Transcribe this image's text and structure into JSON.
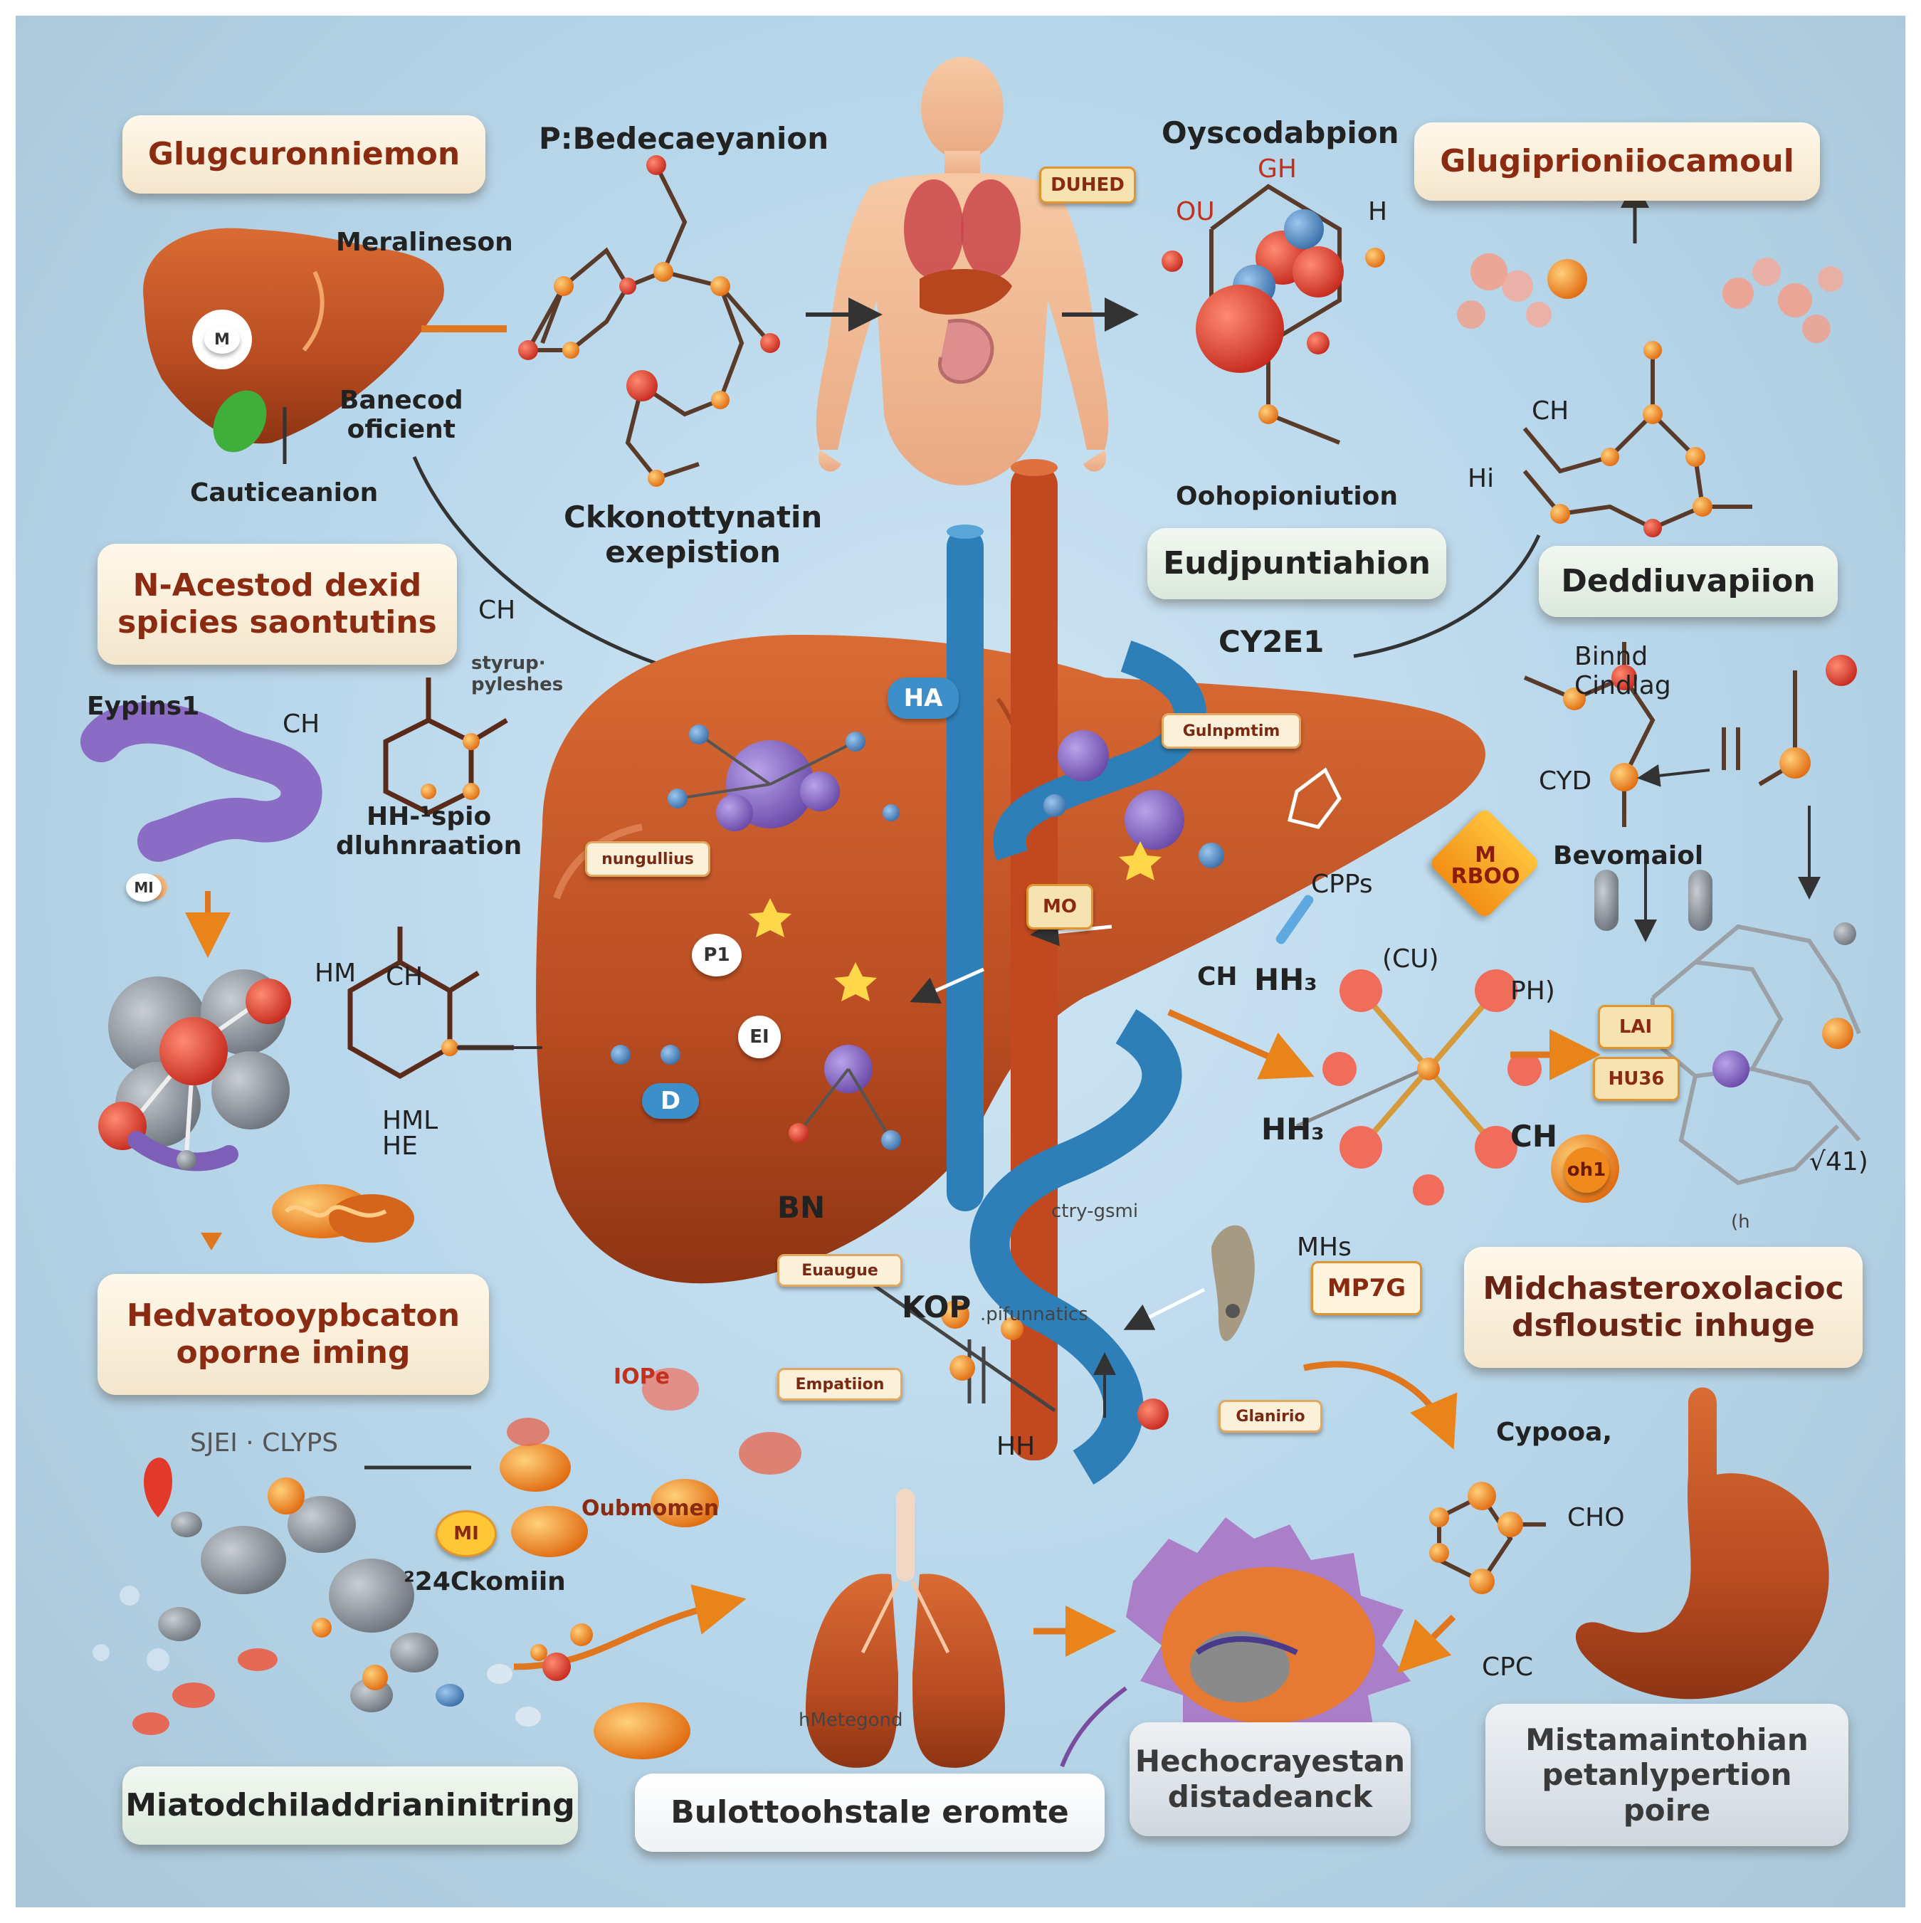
{
  "panels": {
    "glucuronidation": "Glugcuronniemon",
    "top_right": "Glugiprioniiocamoul",
    "n_acetyl": "N-Acestod dexid\nspicies saontutins",
    "hepatocyte_injury": "Hedvatooypbcaton\noporne iming",
    "euglutathione": "Eudjpuntiahion",
    "dedrivation": "Deddiuvapiion",
    "mitochondrial_injury": "Midchasteroxolacioc\ndsfloustic inhuge",
    "mitochondria_bottom": "Miatodchiladdrianinitring",
    "bloodstream": "Bulottoohstalɐ eromte",
    "hepatocyte_damage": "Hechocrayestan\ndistadeanck",
    "mpt_pore": "Mistamaintohian\npetanlypertion\npoire"
  },
  "labels": {
    "p_bedecaeyanion": "P:Bedecaeyanion",
    "meralineson": "Meralineson",
    "banecod": "Banecod\noficient",
    "carticeanion": "Cauticeanion",
    "ckonottynatin": "Ckkonottynatin\nexepistion",
    "oyscodabpion": "Oyscodabpion",
    "oohopiontiution": "Oohopioniution",
    "eypins1": "Eypins1",
    "ch": "CH",
    "ch_right": "CH",
    "styrup": "styrup·\npyleshes",
    "hh_spb": "HH-¹spio\ndluhnraation",
    "cy2e1": "CY2E1",
    "cyd": "CYD",
    "binnd": "Binnd\nCindlag",
    "bevomaiol": "Bevomaiol",
    "cpps": "CPPs",
    "ch_cu": "(CU)",
    "ph": "PH)",
    "hh3": "HH₃",
    "hh3_b": "HH₃",
    "ch_mid": "CH",
    "ch_mid2": "CH",
    "bn": "BN",
    "ctyp": "ctry-gsmi",
    "mhs": "MHs",
    "mp7g": "MP7G",
    "kop": "KOP",
    "kop_sub": ".pifunnatics",
    "hh_bottom": "HH",
    "cypoci": "Cypooa,",
    "cho": "CHO",
    "cpc": "CPC",
    "sjei_cyps": "SJEI · CLYPS",
    "ohmomen": "Oubmomen",
    "c24": "²24Ckomiin",
    "iope": "IOPe",
    "hletegond": "hMetegond",
    "hm": "HM",
    "hml": "HML\nHE",
    "gh": "GH",
    "ou": "OU",
    "h": "H",
    "ch_top_right": "CH",
    "hi": "Hi",
    "duhed": "DUHED",
    "h1": "(h",
    "v41": "√41)"
  },
  "tags": {
    "ha": "HA",
    "gutrr": "Gulnpmtim",
    "nungullius": "nungullius",
    "mo": "MO",
    "mi_badge": "MI",
    "lai": "LAI",
    "hu36": "HU36",
    "eualugae": "Euaugue",
    "emparion": "Empatiion",
    "glanirio": "Glanirio",
    "m_rboo": "M\nRBOO",
    "oh": "oh1",
    "p1": "P1",
    "ei": "EI",
    "d": "D",
    "m1": "M",
    "mi": "MI"
  },
  "colors": {
    "background": "#b7d6ea",
    "liver": "#c4582a",
    "vessel_red": "#c2491f",
    "vessel_blue": "#2e7fb8",
    "label_text": "#8a2b12",
    "enzyme_purple": "#8a6cc4",
    "atom_orange": "#f08a1c",
    "atom_red": "#d9352a"
  },
  "icons": [
    "liver-icon",
    "human-body-icon",
    "lungs-icon",
    "stomach-icon",
    "cyp-enzyme-icon",
    "molecule-icon",
    "arrow-icon",
    "hepatocyte-icon",
    "mitochondria-icon",
    "gallbladder-icon"
  ]
}
